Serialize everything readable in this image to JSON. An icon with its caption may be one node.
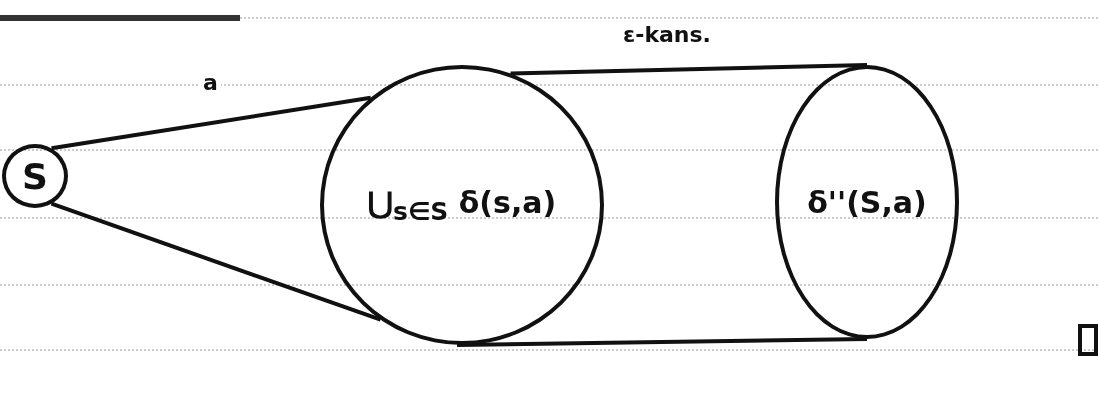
{
  "diagram": {
    "nodes": [
      {
        "text": [
          "S"
        ]
      },
      {
        "text": [
          "⋃$_{s∈S}$ δ(s,a)"
        ]
      },
      {
        "text": [
          "δ''(S,a)"
        ]
      }
    ],
    "edges": [
      {
        "from": 0,
        "to": 1,
        "arrow": "none",
        "label": "a"
      },
      {
        "from": 0,
        "to": 1,
        "arrow": "none"
      },
      {
        "from": 1,
        "to": 2,
        "arrow": "none",
        "label": "ε-kans."
      },
      {
        "from": 1,
        "to": 2,
        "arrow": "none"
      }
    ]
  }
}
